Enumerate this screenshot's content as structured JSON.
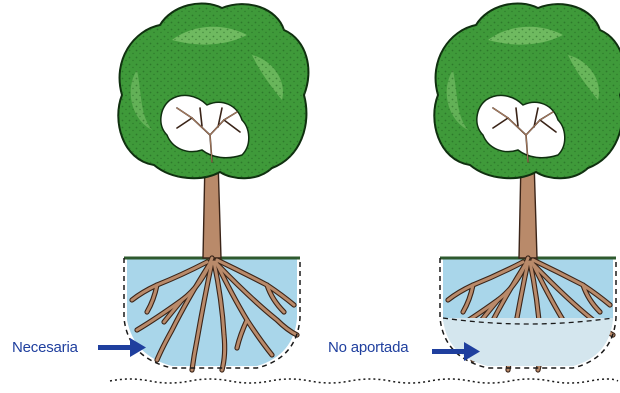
{
  "labels": {
    "left": "Necesaria",
    "right": "No aportada"
  },
  "colors": {
    "foliage": "#3f9a3a",
    "foliage_dark": "#1f5e1e",
    "foliage_light": "#7cc26a",
    "trunk": "#b98a6a",
    "trunk_outline": "#3a2418",
    "water": "#a9d6ea",
    "ground_line": "#2e5a2e",
    "arrow": "#1f3f9e",
    "label_text": "#1f3f9e"
  },
  "panels": [
    {
      "name": "tree-left",
      "icon": "tree-with-roots-icon"
    },
    {
      "name": "tree-right",
      "icon": "tree-with-roots-icon"
    }
  ]
}
